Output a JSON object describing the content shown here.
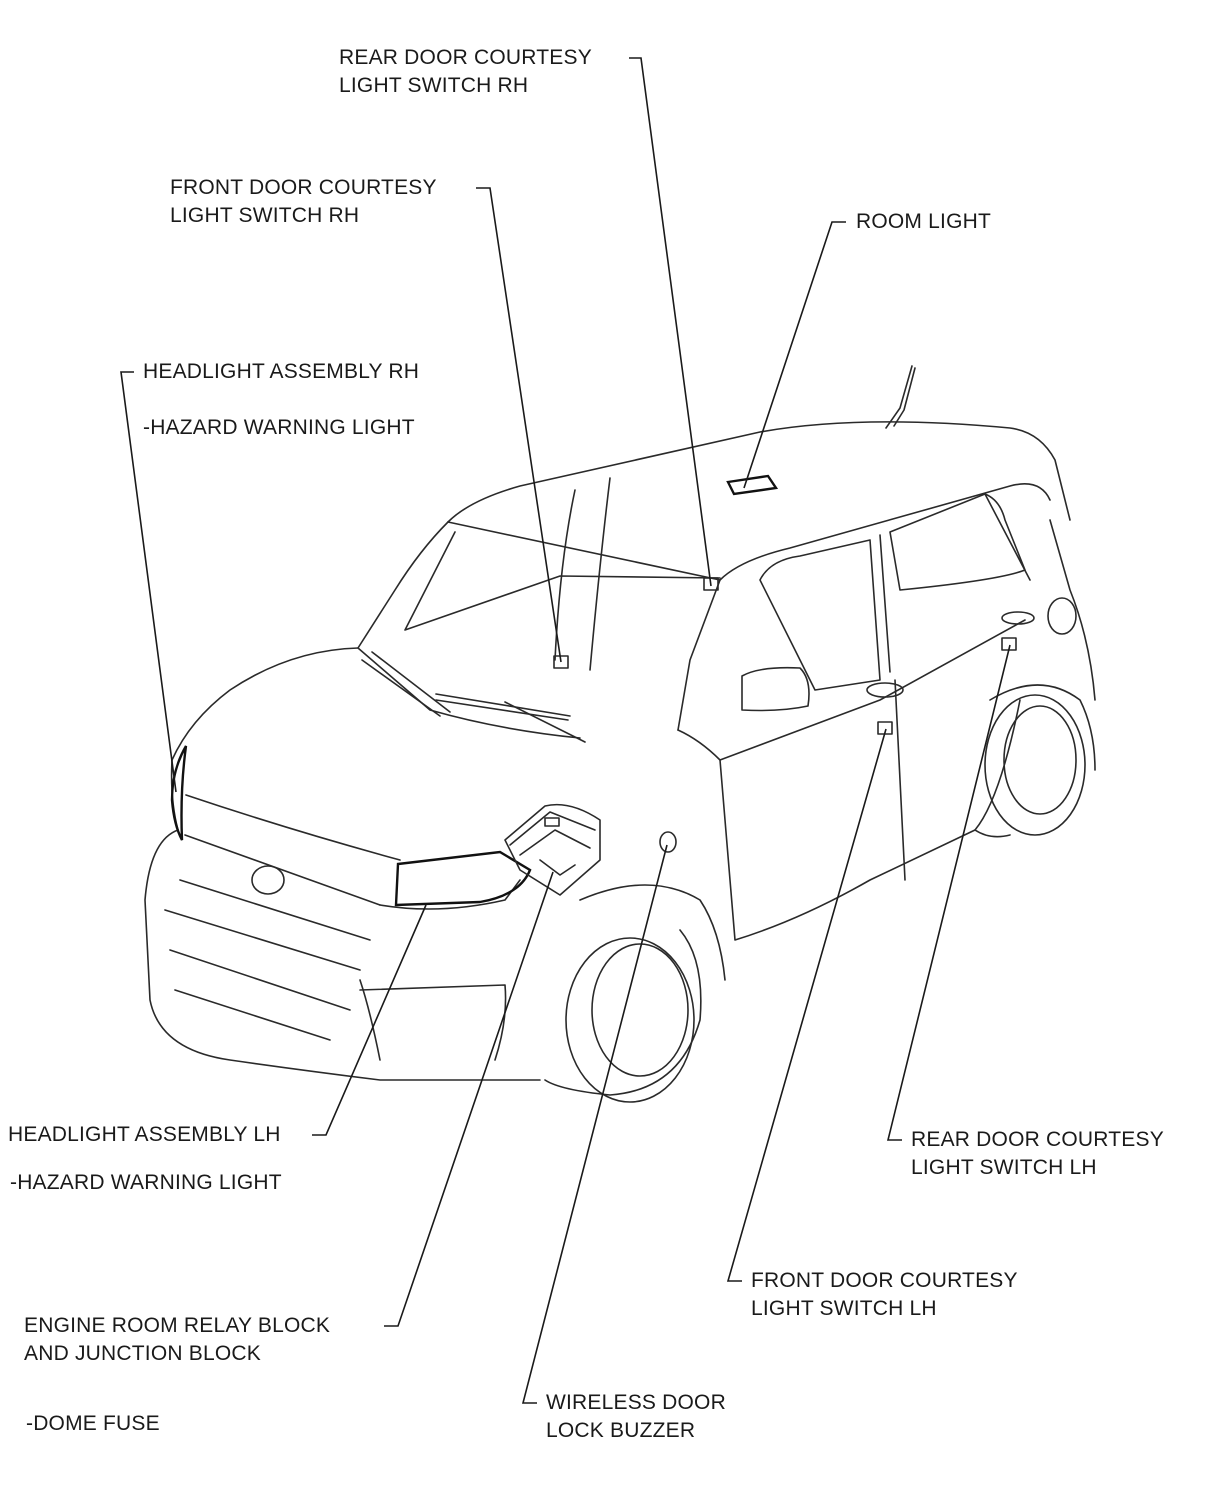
{
  "labels": {
    "rear_door_rh": [
      "REAR DOOR COURTESY",
      "LIGHT SWITCH RH"
    ],
    "front_door_rh": [
      "FRONT DOOR COURTESY",
      "LIGHT SWITCH RH"
    ],
    "room_light": [
      "ROOM LIGHT"
    ],
    "headlight_rh": [
      "HEADLIGHT ASSEMBLY RH"
    ],
    "headlight_rh_sub": [
      "-HAZARD WARNING LIGHT"
    ],
    "headlight_lh": [
      "HEADLIGHT ASSEMBLY LH"
    ],
    "headlight_lh_sub": [
      "-HAZARD WARNING LIGHT"
    ],
    "engine_room": [
      "ENGINE ROOM RELAY BLOCK",
      "AND JUNCTION BLOCK"
    ],
    "engine_room_sub": [
      "-DOME FUSE"
    ],
    "wireless_buzzer": [
      "WIRELESS DOOR",
      "LOCK BUZZER"
    ],
    "front_door_lh": [
      "FRONT DOOR COURTESY",
      "LIGHT SWITCH LH"
    ],
    "rear_door_lh": [
      "REAR DOOR COURTESY",
      "LIGHT SWITCH LH"
    ]
  },
  "colors": {
    "line": "#1a1a1a",
    "background": "#ffffff"
  }
}
